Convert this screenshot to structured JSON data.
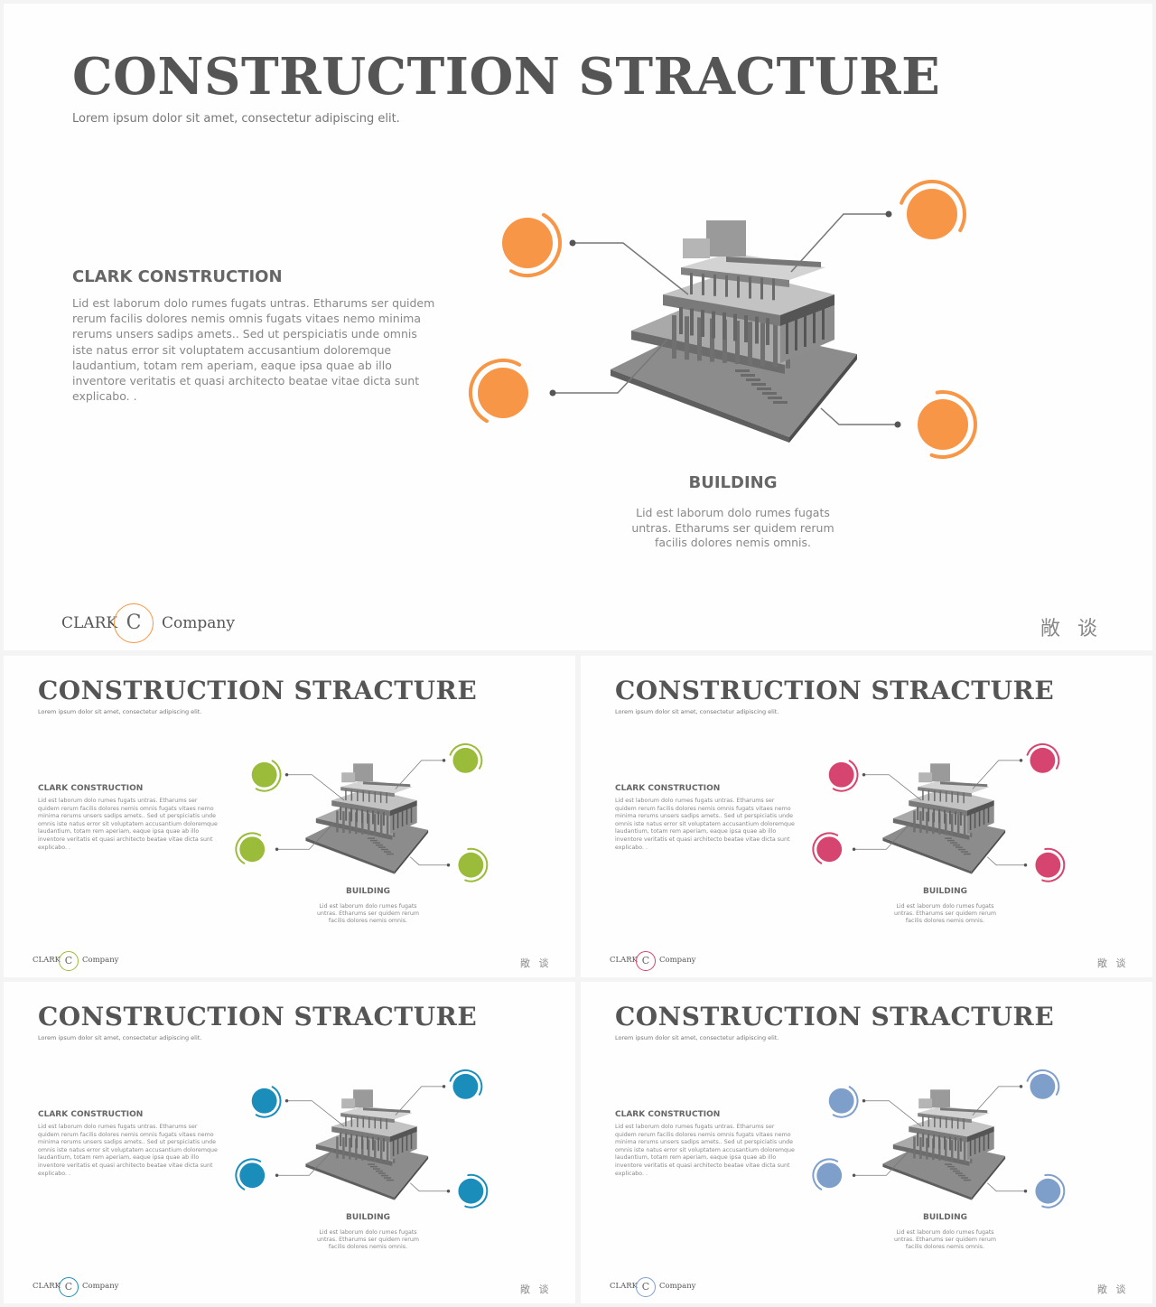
{
  "slides": [
    {
      "accent": "#f79646",
      "title": "CONSTRUCTION STRACTURE",
      "subtitle": "Lorem ipsum dolor sit amet, consectetur adipiscing elit.",
      "company_heading": "CLARK CONSTRUCTION",
      "company_text": "Lid est laborum dolo rumes fugats untras. Etharums ser quidem rerum facilis dolores nemis omnis fugats vitaes nemo minima rerums unsers sadips amets.. Sed ut perspiciatis unde omnis iste natus error sit voluptatem accusantium doloremque laudantium, totam rem aperiam, eaque ipsa quae ab illo inventore veritatis et quasi architecto beatae vitae dicta sunt explicabo. .",
      "building_heading": "BUILDING",
      "building_text": "Lid est laborum dolo rumes fugats untras. Etharums ser quidem rerum facilis dolores nemis omnis.",
      "logo_left": "CLARK",
      "logo_mark": "C",
      "logo_right": "Company",
      "watermark": "敞 谈"
    },
    {
      "accent": "#9bbb3b",
      "title": "CONSTRUCTION STRACTURE",
      "subtitle": "Lorem ipsum dolor sit amet, consectetur adipiscing elit.",
      "company_heading": "CLARK CONSTRUCTION",
      "company_text": "Lid est laborum dolo rumes fugats untras. Etharums ser quidem rerum facilis dolores nemis omnis fugats vitaes nemo minima rerums unsers sadips amets.. Sed ut perspiciatis unde omnis iste natus error sit voluptatem accusantium doloremque laudantium, totam rem aperiam, eaque ipsa quae ab illo inventore veritatis et quasi architecto beatae vitae dicta sunt explicabo. .",
      "building_heading": "BUILDING",
      "building_text": "Lid est laborum dolo rumes fugats untras. Etharums ser quidem rerum facilis dolores nemis omnis.",
      "logo_left": "CLARK",
      "logo_mark": "C",
      "logo_right": "Company",
      "watermark": "敞 谈"
    },
    {
      "accent": "#d6456f",
      "title": "CONSTRUCTION STRACTURE",
      "subtitle": "Lorem ipsum dolor sit amet, consectetur adipiscing elit.",
      "company_heading": "CLARK CONSTRUCTION",
      "company_text": "Lid est laborum dolo rumes fugats untras. Etharums ser quidem rerum facilis dolores nemis omnis fugats vitaes nemo minima rerums unsers sadips amets.. Sed ut perspiciatis unde omnis iste natus error sit voluptatem accusantium doloremque laudantium, totam rem aperiam, eaque ipsa quae ab illo inventore veritatis et quasi architecto beatae vitae dicta sunt explicabo. .",
      "building_heading": "BUILDING",
      "building_text": "Lid est laborum dolo rumes fugats untras. Etharums ser quidem rerum facilis dolores nemis omnis.",
      "logo_left": "CLARK",
      "logo_mark": "C",
      "logo_right": "Company",
      "watermark": "敞 谈"
    },
    {
      "accent": "#1b8dba",
      "title": "CONSTRUCTION STRACTURE",
      "subtitle": "Lorem ipsum dolor sit amet, consectetur adipiscing elit.",
      "company_heading": "CLARK CONSTRUCTION",
      "company_text": "Lid est laborum dolo rumes fugats untras. Etharums ser quidem rerum facilis dolores nemis omnis fugats vitaes nemo minima rerums unsers sadips amets.. Sed ut perspiciatis unde omnis iste natus error sit voluptatem accusantium doloremque laudantium, totam rem aperiam, eaque ipsa quae ab illo inventore veritatis et quasi architecto beatae vitae dicta sunt explicabo. .",
      "building_heading": "BUILDING",
      "building_text": "Lid est laborum dolo rumes fugats untras. Etharums ser quidem rerum facilis dolores nemis omnis.",
      "logo_left": "CLARK",
      "logo_mark": "C",
      "logo_right": "Company",
      "watermark": "敞 谈"
    },
    {
      "accent": "#7f9fcb",
      "title": "CONSTRUCTION STRACTURE",
      "subtitle": "Lorem ipsum dolor sit amet, consectetur adipiscing elit.",
      "company_heading": "CLARK CONSTRUCTION",
      "company_text": "Lid est laborum dolo rumes fugats untras. Etharums ser quidem rerum facilis dolores nemis omnis fugats vitaes nemo minima rerums unsers sadips amets.. Sed ut perspiciatis unde omnis iste natus error sit voluptatem accusantium doloremque laudantium, totam rem aperiam, eaque ipsa quae ab illo inventore veritatis et quasi architecto beatae vitae dicta sunt explicabo. .",
      "building_heading": "BUILDING",
      "building_text": "Lid est laborum dolo rumes fugats untras. Etharums ser quidem rerum facilis dolores nemis omnis.",
      "logo_left": "CLARK",
      "logo_mark": "C",
      "logo_right": "Company",
      "watermark": "敞 谈"
    }
  ],
  "icons": {
    "building": "building-illustration",
    "marker": "orbit-circle-icon"
  }
}
